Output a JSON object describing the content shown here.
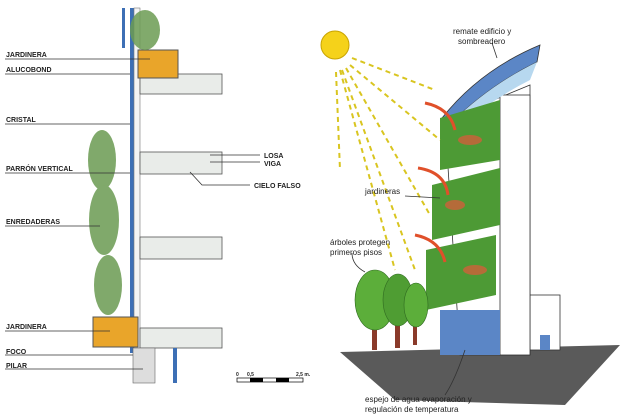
{
  "section": {
    "labels_left": [
      "JARDINERA",
      "ALUCOBOND",
      "CRISTAL",
      "PARRÓN VERTICAL",
      "ENREDADERAS",
      "JARDINERA",
      "FOCO",
      "PILAR"
    ],
    "labels_right": [
      "LOSA",
      "VIGA",
      "CIELO FALSO"
    ],
    "scale": {
      "start": "0",
      "mid": "0,5",
      "end": "2,5 m."
    }
  },
  "sketch": {
    "roof_label_1": "remate edificio y",
    "roof_label_2": "sombreadero",
    "planters_label": "jardineras",
    "trees_label_1": "árboles protegen",
    "trees_label_2": "primeros pisos",
    "water_label_1": "espejo de agua evaporación y",
    "water_label_2": "regulación de temperatura"
  },
  "colors": {
    "sun": "#f5d21a",
    "ray": "#d9c520",
    "green": "#4d9a35",
    "arrow": "#e0502a",
    "glass": "#5b86c6",
    "ground": "#5a5a5a"
  }
}
